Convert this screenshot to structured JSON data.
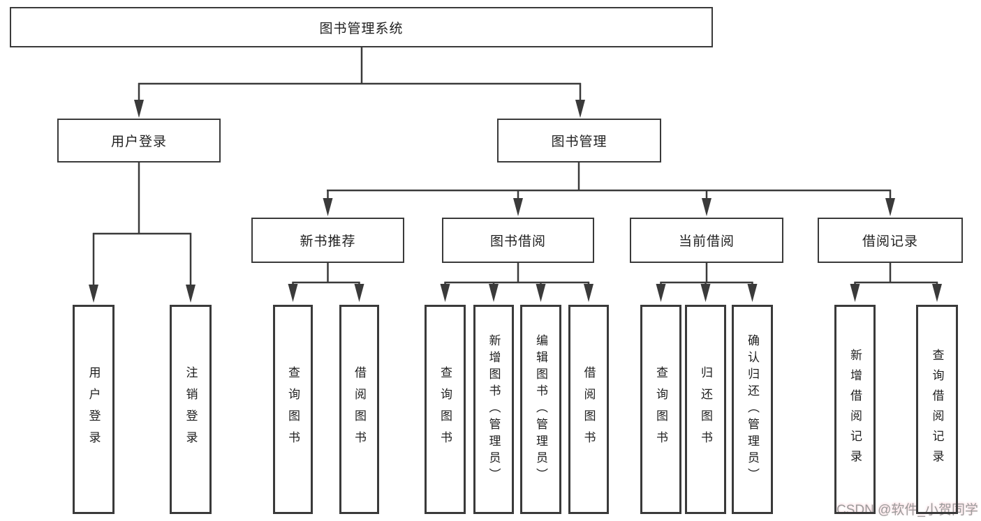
{
  "diagram": {
    "title": "图书管理系统",
    "root": {
      "label": "图书管理系统"
    },
    "l2": [
      {
        "label": "用户登录"
      },
      {
        "label": "图书管理"
      }
    ],
    "l3": [
      {
        "label": "新书推荐",
        "parent": "图书管理"
      },
      {
        "label": "图书借阅",
        "parent": "图书管理"
      },
      {
        "label": "当前借阅",
        "parent": "图书管理"
      },
      {
        "label": "借阅记录",
        "parent": "图书管理"
      }
    ],
    "l4": [
      {
        "label": "用户登录",
        "parent": "用户登录"
      },
      {
        "label": "注销登录",
        "parent": "用户登录"
      },
      {
        "label": "查询图书",
        "parent": "新书推荐"
      },
      {
        "label": "借阅图书",
        "parent": "新书推荐"
      },
      {
        "label": "查询图书",
        "parent": "图书借阅"
      },
      {
        "label": "新增图书（管理员）",
        "parent": "图书借阅"
      },
      {
        "label": "编辑图书（管理员）",
        "parent": "图书借阅"
      },
      {
        "label": "借阅图书",
        "parent": "图书借阅"
      },
      {
        "label": "查询图书",
        "parent": "当前借阅"
      },
      {
        "label": "归还图书",
        "parent": "当前借阅"
      },
      {
        "label": "确认归还（管理员）",
        "parent": "当前借阅"
      },
      {
        "label": "新增借阅记录",
        "parent": "借阅记录"
      },
      {
        "label": "查询借阅记录",
        "parent": "借阅记录"
      }
    ]
  },
  "watermark": {
    "text": "CSDN @软件_小贺同学"
  },
  "colors": {
    "line": "#3a3a3a",
    "text": "#1f1f1f",
    "box_background": "#ffffff",
    "watermark": "#9b9b9b",
    "background": "#ffffff"
  }
}
